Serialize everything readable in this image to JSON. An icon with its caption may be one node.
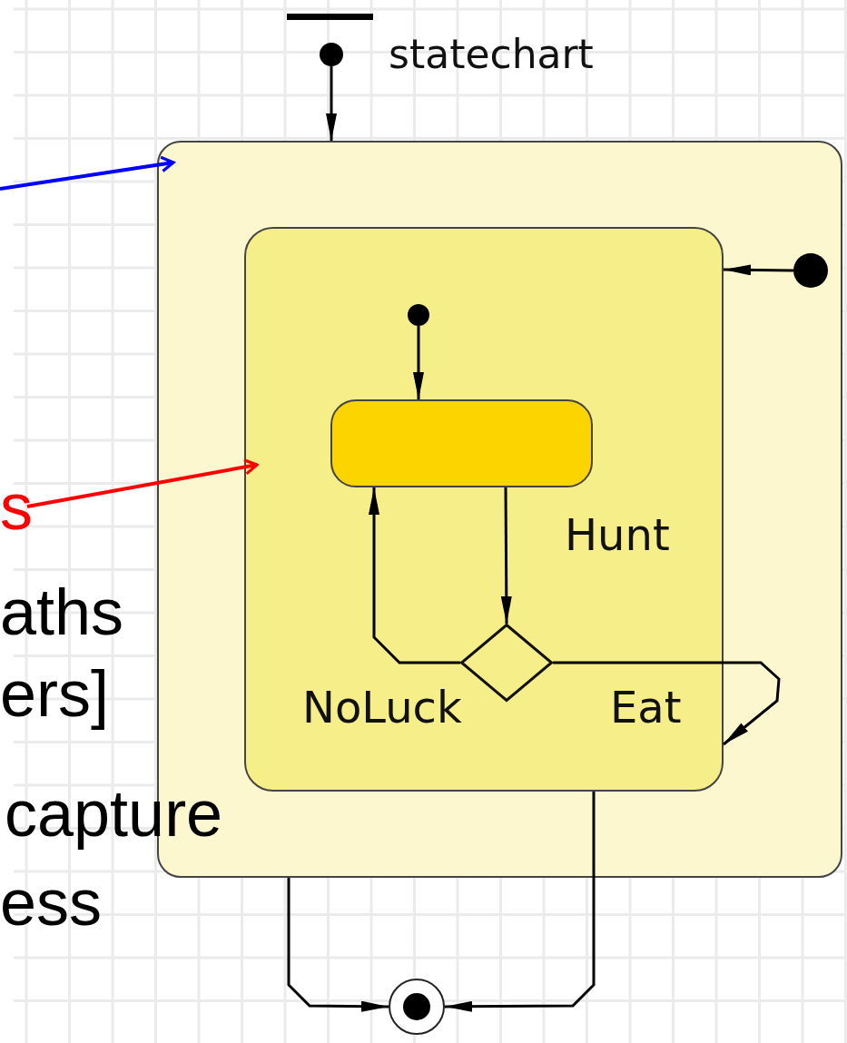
{
  "diagram": {
    "nodes": [
      {
        "text": [],
        "shape": "box"
      },
      {
        "text": [
          "Hunt"
        ],
        "in": 0
      },
      {
        "text": [],
        "shape": "box",
        "in": 1
      },
      {
        "text": [],
        "shape": "circle",
        "beside": [
          "statechart"
        ]
      },
      {
        "text": [],
        "shape": "circle",
        "in": 1
      },
      {
        "text": [],
        "shape": "diamond",
        "in": 1
      },
      {
        "text": [],
        "shape": "circle",
        "in": 0
      },
      {
        "text": [],
        "shape": "circle"
      },
      {
        "text": [
          "s"
        ]
      }
    ],
    "edges": [
      {
        "from": 3,
        "to": 0,
        "arrow": "to"
      },
      {
        "from": 4,
        "to": 2,
        "arrow": "to"
      },
      {
        "from": 2,
        "to": 5,
        "arrow": "to"
      },
      {
        "from": 5,
        "to": 2,
        "arrow": "to",
        "label": "NoLuck"
      },
      {
        "from": 5,
        "to": 1,
        "arrow": "to",
        "label": "Eat"
      },
      {
        "from": 6,
        "to": 1,
        "arrow": "to"
      },
      {
        "from": 0,
        "to": 7,
        "arrow": "to"
      },
      {
        "from": 1,
        "to": 7,
        "arrow": "to"
      },
      {
        "from": null,
        "to": 0,
        "arrow": "to",
        "color": "#0000ff"
      },
      {
        "from": 8,
        "to": 1,
        "arrow": "to",
        "color": "#ff0000"
      }
    ],
    "labels": [
      "aths",
      "ers]",
      "capture",
      "ess"
    ]
  }
}
